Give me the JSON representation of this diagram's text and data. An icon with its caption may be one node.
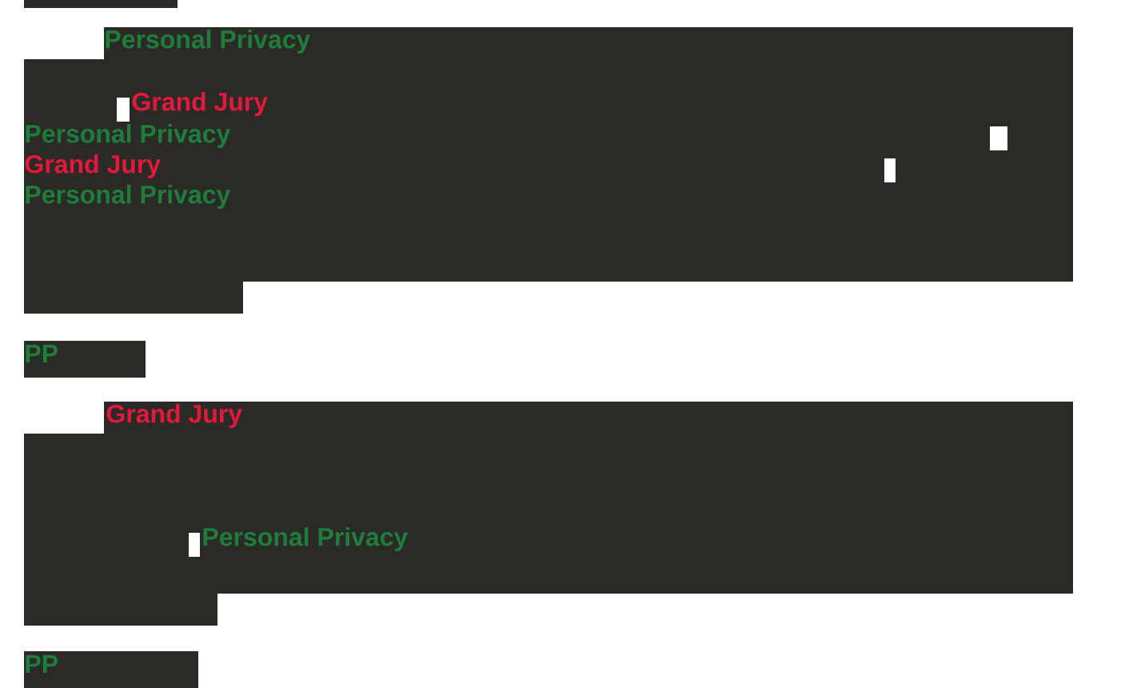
{
  "diagram": {
    "nodes": [
      {
        "text": [],
        "shape": "box"
      },
      {
        "text": [
          "Personal Privacy",
          "Grand Jury",
          "Personal Privacy",
          "Grand Jury",
          "Personal Privacy"
        ]
      },
      {
        "text": [
          "PP"
        ]
      },
      {
        "text": [
          "Grand Jury",
          "Personal Privacy"
        ]
      },
      {
        "text": [
          "PP"
        ]
      }
    ]
  }
}
